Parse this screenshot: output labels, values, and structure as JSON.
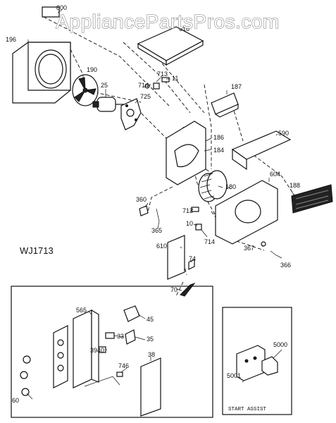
{
  "watermark": "AppliancePartsPros.com",
  "diagram_code": "WJ1713",
  "inset_caption": "START ASSIST",
  "labels": {
    "p800": "800",
    "p196": "196",
    "p616": "616",
    "p190": "190",
    "p25": "25",
    "p713a": "713",
    "p714a": "714",
    "p11": "11",
    "p725": "725",
    "p187": "187",
    "p186": "186",
    "p184": "184",
    "p590": "590",
    "p604": "604",
    "p188": "188",
    "p180": "180",
    "p360": "360",
    "p713b": "713",
    "p10": "10",
    "p365": "365",
    "p714b": "714",
    "p367": "367",
    "p366": "366",
    "p610": "610",
    "p74": "74",
    "p70": "70",
    "p565": "565",
    "p45": "45",
    "p33": "33",
    "p35": "35",
    "p3940": "3940",
    "p38": "38",
    "p746": "746",
    "p60": "60",
    "p5000": "5000",
    "p5001": "5001"
  }
}
